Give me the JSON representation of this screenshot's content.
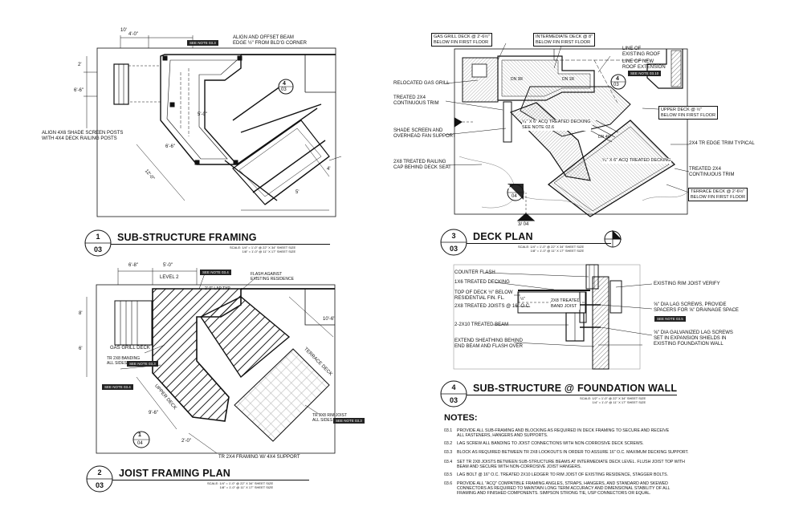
{
  "drawings": {
    "sub_structure_framing": {
      "number": "1",
      "sheet": "03",
      "title": "SUB-STRUCTURE FRAMING",
      "scale_lines": [
        "SCALE: 1/4\" = 1'-0\" @ 22\" X 34\" SHEET SIZE",
        "1/8\" = 1'-0\" @ 11\" X 17\" SHEET SIZE"
      ],
      "see_note": "SEE NOTE 03.3",
      "labels": {
        "align_beam": "ALIGN AND OFFSET BEAM\nEDGE ½\" FROM BLD'G CORNER",
        "align_posts": "ALIGN 4X6 SHADE SCREEN POSTS\nWITH 4X4 DECK RAILING POSTS",
        "beam_bubble_num": "4",
        "beam_bubble_sheet": "03"
      },
      "dims": [
        "4'-0\"",
        "10'",
        "2'",
        "6'-6\"",
        "5'-0\"",
        "6'-6\"",
        "4'",
        "5'",
        "12'-0\""
      ]
    },
    "deck_plan": {
      "number": "3",
      "sheet": "03",
      "title": "DECK PLAN",
      "scale_lines": [
        "SCALE: 1/4\" = 1'-0\" @ 22\" X 34\" SHEET SIZE",
        "1/8\" = 1'-0\" @ 11\" X 17\" SHEET SIZE"
      ],
      "labels": {
        "gas_grill_deck": "GAS GRILL DECK @ 2'-6½\"\nBELOW FIN FIRST FLOOR",
        "intermediate_deck": "INTERMEDIATE DECK @ 8\"\nBELOW FIN FIRST FLOOR",
        "line_existing_roof": "LINE OF\nEXISTING ROOF",
        "line_new_roof": "LINE OF NEW\nROOF EXTENSION",
        "see_note": "SEE NOTE 03.10",
        "relocated_gas_grill": "RELOCATED GAS GRILL",
        "treated_trim": "TREATED 2X4\nCONTINUOUS TRIM",
        "shade_screen": "SHADE SCREEN AND\nOVERHEAD FAN SUPPORT",
        "railing_cap": "2X8 TREATED RAILING\nCAP BEHIND DECK SEAT",
        "upper_deck": "UPPER DECK @ ½\"\nBELOW FIN FIRST FLOOR",
        "edge_trim": "2X4 TR EDGE TRIM TYPICAL",
        "treated_trim_right": "TREATED 2X4\nCONTINUOUS TRIM",
        "terrace_deck": "TERRACE DECK @ 2'-6½\"\nBELOW FIN FIRST FLOOR",
        "acq_decking": "⁵⁄₄\" X 6\" ACQ TREATED DECKING\nSEE NOTE 02.6",
        "acq_decking_2": "⁵⁄₄\" X 6\" ACQ TREATED DECKING",
        "dn_left": "DN 3R",
        "dn_right": "DN 1R",
        "dn_lower": "DN 4R",
        "section_mark": "3/ 04",
        "bubble_num": "1",
        "bubble_sheet": "04",
        "bubble2_num": "4",
        "bubble2_sheet": "03"
      }
    },
    "joist_framing_plan": {
      "number": "2",
      "sheet": "03",
      "title": "JOIST FRAMING PLAN",
      "scale_lines": [
        "SCALE: 1/4\" = 1'-0\" @ 22\" X 34\" SHEET SIZE",
        "1/8\" = 1'-0\" @ 11\" X 17\" SHEET SIZE"
      ],
      "labels": {
        "level_2": "LEVEL 2",
        "see_note_top": "SEE NOTE 03.4",
        "flash_against": "FLASH AGAINST\nEXISTING RESIDENCE",
        "gas_grill_deck": "GAS GRILL DECK",
        "banding": "TR 2X8 BANDING\nALL SIDES",
        "see_note_banding": "SEE NOTE 03.3",
        "see_note_left": "SEE NOTE 03.4",
        "upper_deck": "UPPER DECK",
        "terrace_deck": "TERRACE DECK",
        "rim_joist": "TR 2X8 RIM JOIST\nALL SIDES",
        "see_note_rim": "SEE NOTE 03.3",
        "framing_support": "TR 2X4 FRAMING W/ 4X4 SUPPORT",
        "bubble_num": "1",
        "bubble_sheet": "04",
        "lap_typ": "2'-0\" LAP TYP"
      },
      "dims": [
        "6'-8\"",
        "5'-0\"",
        "8'",
        "6'",
        "10'-6\"",
        "2'-0\"",
        "9'-6\""
      ]
    },
    "sub_structure_foundation": {
      "number": "4",
      "sheet": "03",
      "title": "SUB-STRUCTURE @ FOUNDATION WALL",
      "scale_lines": [
        "SCALE: 1/2\" = 1'-0\" @ 22\" X 34\" SHEET SIZE",
        "1/4\" = 1'-0\" @ 11\" X 17\" SHEET SIZE"
      ],
      "labels": {
        "counter_flash": "COUNTER FLASH",
        "decking": "1X6 TREATED DECKING",
        "top_of_deck": "TOP OF DECK ½\" BELOW\nRESIDENTIAL FIN. FL.",
        "joists": "2X8 TREATED JOISTS @ 16\" O.C.",
        "beam": "2-2X10 TREATED BEAM",
        "sheathing": "EXTEND SHEATHING BEHIND\nEND BEAM AND FLASH OVER",
        "band_joist": "2X8 TREATED\nBAND JOIST",
        "rim_joist": "EXISTING RIM JOIST VERIFY",
        "lag_screws": "⅝\" DIA LAG SCREWS, PROVIDE\nSPACERS FOR ⅝\" DRAINAGE SPACE",
        "see_note": "SEE NOTE 03.5",
        "galv_lag": "⅝\" DIA GALVANIZED LAG SCREWS\nSET IN EXPANSION SHIELDS IN\nEXISTING FOUNDATION WALL",
        "dim": "½\""
      }
    }
  },
  "notes": {
    "title": "NOTES:",
    "items": [
      {
        "num": "03.1",
        "text": "PROVIDE ALL SUB-FRAMING AND BLOCKING AS REQUIRED IN DECK FRAMING TO SECURE AND RECEIVE\nALL FASTENERS, HANGERS AND SUPPORTS."
      },
      {
        "num": "03.2",
        "text": "LAG SCREW ALL BANDING TO JOIST CONNECTIONS WITH NON-CORROSIVE DECK SCREWS."
      },
      {
        "num": "03.3",
        "text": "BLOCK AS REQUIRED BETWEEN TR 2X8 LOOKOUTS IN ORDER TO ASSURE 16\" O.C. MAXIMUM DECKING SUPPORT."
      },
      {
        "num": "03.4",
        "text": "SET TR 2X8 JOISTS BETWEEN SUB-STRUCTURE BEAMS AT INTERMEDIATE DECK LEVEL. FLUSH JOIST TOP WITH\nBEAM AND SECURE WITH NON-CORROSIVE JOIST HANGERS."
      },
      {
        "num": "03.5",
        "text": "LAG BOLT @ 16\" O.C. TREATED 2X10 LEDGER TO RIM JOIST OF EXISTING RESIDENCE, STAGGER BOLTS."
      },
      {
        "num": "03.6",
        "text": "PROVIDE ALL \"ACQ\" COMPATIBLE FRAMING ANGLES, STRAPS, HANGERS, AND STANDARD AND SKEWED\nCONNECTORS AS REQUIRED TO MAINTAIN LONG TERM ACCURACY AND DIMENSIONAL STABILITY OF ALL\nFRAMING AND FINISHED COMPONENTS. SIMPSON STRONG TIE, USP CONNECTORS OR EQUAL."
      }
    ]
  }
}
